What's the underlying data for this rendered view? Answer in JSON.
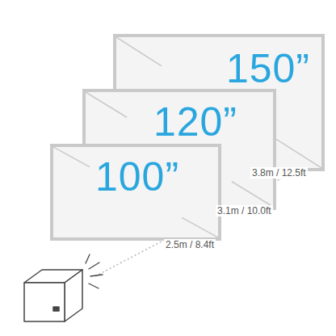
{
  "diagram": {
    "nodes": [
      {
        "text": [
          "150”"
        ]
      },
      {
        "text": [
          "120”"
        ]
      },
      {
        "text": [
          "100”"
        ]
      }
    ],
    "labels": [
      "3.8m / 12.5ft",
      "3.1m / 10.0ft",
      "2.5m / 8.4ft"
    ]
  }
}
